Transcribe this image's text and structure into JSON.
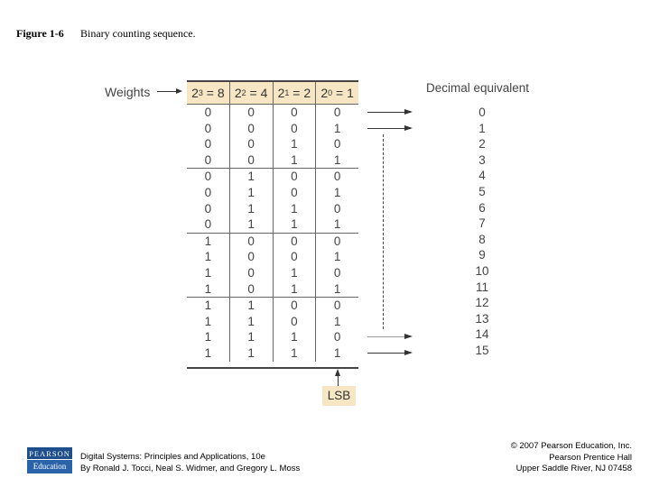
{
  "figure": {
    "label": "Figure 1-6",
    "caption": "Binary counting sequence."
  },
  "diagram": {
    "weights_label": "Weights",
    "headers": [
      {
        "base": "2",
        "exp": "3",
        "rest": " = 8"
      },
      {
        "base": "2",
        "exp": "2",
        "rest": " = 4"
      },
      {
        "base": "2",
        "exp": "1",
        "rest": " = 2"
      },
      {
        "base": "2",
        "exp": "0",
        "rest": " = 1"
      }
    ],
    "rows": [
      [
        "0",
        "0",
        "0",
        "0"
      ],
      [
        "0",
        "0",
        "0",
        "1"
      ],
      [
        "0",
        "0",
        "1",
        "0"
      ],
      [
        "0",
        "0",
        "1",
        "1"
      ],
      [
        "0",
        "1",
        "0",
        "0"
      ],
      [
        "0",
        "1",
        "0",
        "1"
      ],
      [
        "0",
        "1",
        "1",
        "0"
      ],
      [
        "0",
        "1",
        "1",
        "1"
      ],
      [
        "1",
        "0",
        "0",
        "0"
      ],
      [
        "1",
        "0",
        "0",
        "1"
      ],
      [
        "1",
        "0",
        "1",
        "0"
      ],
      [
        "1",
        "0",
        "1",
        "1"
      ],
      [
        "1",
        "1",
        "0",
        "0"
      ],
      [
        "1",
        "1",
        "0",
        "1"
      ],
      [
        "1",
        "1",
        "1",
        "0"
      ],
      [
        "1",
        "1",
        "1",
        "1"
      ]
    ],
    "decimal_title": "Decimal equivalent",
    "decimals": [
      "0",
      "1",
      "2",
      "3",
      "4",
      "5",
      "6",
      "7",
      "8",
      "9",
      "10",
      "11",
      "12",
      "13",
      "14",
      "15"
    ],
    "lsb_label": "LSB",
    "colors": {
      "header_bg": "#f7e6c4",
      "lsb_bg": "#f7e6c4",
      "line": "#444444"
    }
  },
  "footer": {
    "logo_top": "PEARSON",
    "logo_bottom": "Education",
    "book_title": "Digital Systems: Principles and Applications, 10e",
    "book_authors": "By Ronald J. Tocci, Neal S. Widmer, and Gregory L. Moss",
    "copyright_line1": "© 2007 Pearson Education, Inc.",
    "copyright_line2": "Pearson Prentice Hall",
    "copyright_line3": "Upper Saddle River, NJ 07458"
  }
}
